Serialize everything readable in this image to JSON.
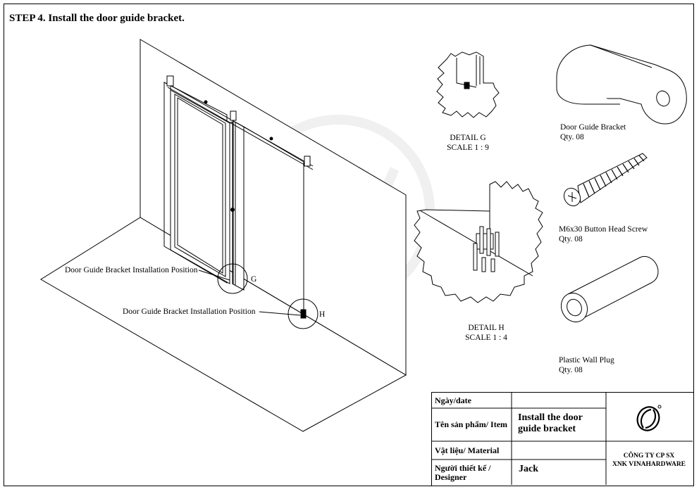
{
  "step_title": "STEP 4. Install the door guide bracket.",
  "callouts": {
    "position_g": "Door Guide Bracket Installation Position",
    "position_h": "Door Guide Bracket Installation Position",
    "g": "G",
    "h": "H"
  },
  "detail_g": {
    "title": "DETAIL G",
    "scale": "SCALE 1 : 9"
  },
  "detail_h": {
    "title": "DETAIL H",
    "scale": "SCALE 1 : 4"
  },
  "parts": [
    {
      "name": "Door Guide Bracket",
      "qty": "Qty. 08"
    },
    {
      "name": "M6x30 Button Head Screw",
      "qty": "Qty. 08"
    },
    {
      "name": "Plastic Wall Plug",
      "qty": "Qty. 08"
    }
  ],
  "title_block": {
    "date_label": "Ngày/date",
    "item_label": "Tên sản phẩm/ Item",
    "item_value_line1": "Install the door",
    "item_value_line2": "guide bracket",
    "material_label": "Vật liệu/ Material",
    "designer_label_line1": "Người thiết kế /",
    "designer_label_line2": "Designer",
    "designer_value": "Jack",
    "company_line1": "CÔNG TY CP SX",
    "company_line2": "XNK VINAHARDWARE"
  }
}
